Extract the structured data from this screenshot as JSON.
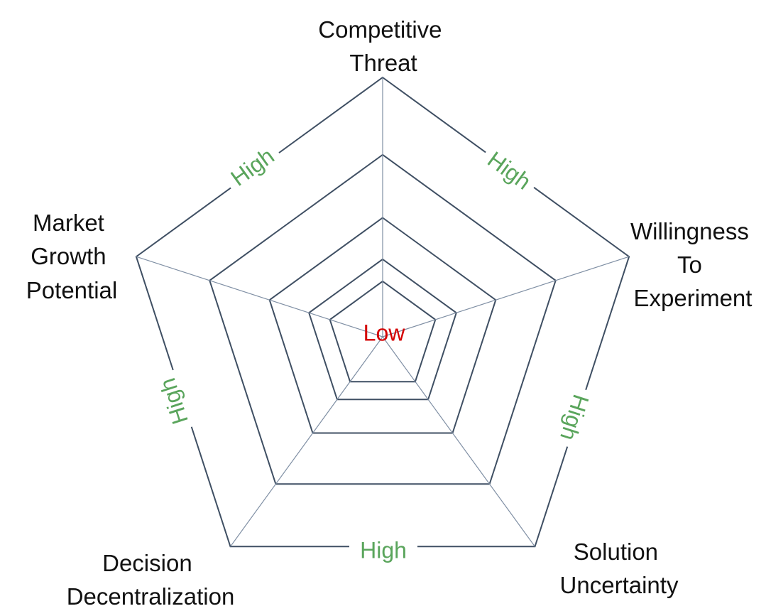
{
  "colors": {
    "grid": "#3f4f63",
    "spoke": "#7f8fa4",
    "high": "#5aa55c",
    "low": "#d40000",
    "text": "#111111"
  },
  "center_label": "Low",
  "edge_label": "High",
  "axes": [
    {
      "id": "competitive-threat",
      "lines": [
        "Competitive",
        "Threat"
      ]
    },
    {
      "id": "willingness-to-experiment",
      "lines": [
        "Willingness",
        "To",
        "Experiment"
      ]
    },
    {
      "id": "solution-uncertainty",
      "lines": [
        "Solution",
        "Uncertainty"
      ]
    },
    {
      "id": "decision-decentralization",
      "lines": [
        "Decision",
        "Decentralization"
      ]
    },
    {
      "id": "market-growth-potential",
      "lines": [
        "Market",
        "Growth",
        "Potential"
      ]
    }
  ],
  "ring_levels": [
    0.214,
    0.299,
    0.459,
    0.702,
    1.0
  ]
}
